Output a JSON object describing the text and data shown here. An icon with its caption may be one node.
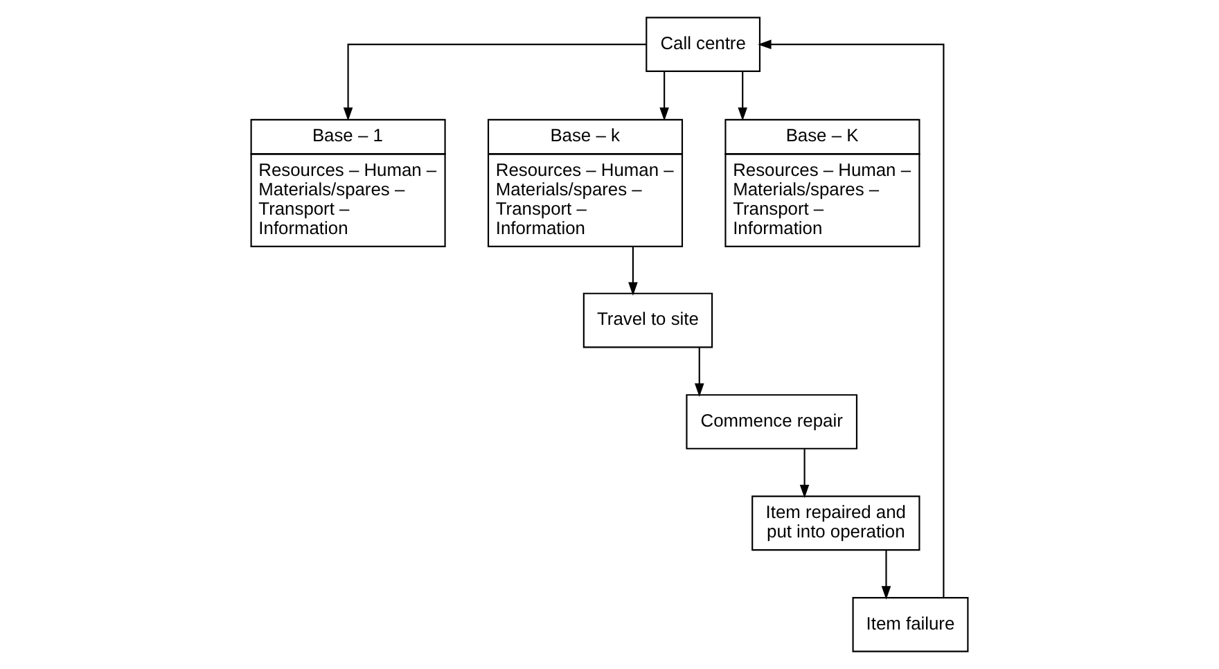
{
  "diagram": {
    "nodes": [
      {
        "text": [
          "Call centre"
        ]
      },
      {
        "text": [
          "Base – 1",
          "Resources – Human – Materials/spares – Transport – Information"
        ]
      },
      {
        "text": [
          "Base – k",
          "Resources – Human – Materials/spares – Transport – Information"
        ]
      },
      {
        "text": [
          "Base – K",
          "Resources – Human – Materials/spares – Transport – Information"
        ]
      },
      {
        "text": [
          "Item failure"
        ]
      },
      {
        "text": [
          "Travel to site"
        ]
      },
      {
        "text": [
          "Item repaired and put into operation"
        ]
      },
      {
        "text": [
          "Commence repair"
        ]
      }
    ],
    "edges": [
      {
        "from": 0,
        "to": 1,
        "arrow": "to"
      },
      {
        "from": 0,
        "to": 2,
        "arrow": "to"
      },
      {
        "from": 0,
        "to": 3,
        "arrow": "to"
      },
      {
        "from": 2,
        "to": 5,
        "arrow": "to"
      },
      {
        "from": 5,
        "to": 7,
        "arrow": "to"
      },
      {
        "from": 7,
        "to": 6,
        "arrow": "to"
      },
      {
        "from": 6,
        "to": 4,
        "arrow": "to"
      },
      {
        "from": 4,
        "to": 0,
        "arrow": "to"
      }
    ]
  }
}
